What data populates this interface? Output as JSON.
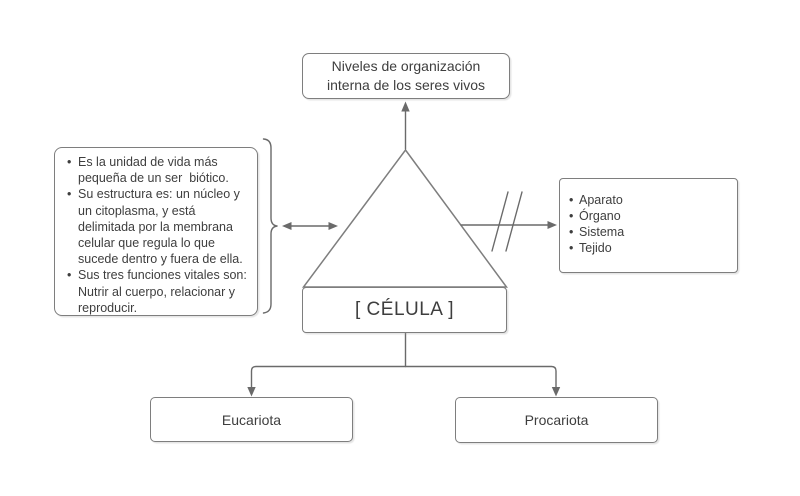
{
  "title_box": {
    "text": "Niveles de organización interna de los seres vivos"
  },
  "left_box": {
    "bullets": [
      "Es la unidad de vida más pequeña de un ser  biótico.",
      "Su estructura es: un núcleo y un citoplasma, y está delimitada por la membrana celular que regula lo que sucede dentro y fuera de ella.",
      "Sus tres funciones vitales son: Nutrir al cuerpo, relacionar y reproducir."
    ]
  },
  "center_box": {
    "text": "[ CÉLULA ]"
  },
  "right_box": {
    "bullets": [
      "Aparato",
      "Órgano",
      "Sistema",
      "Tejido"
    ]
  },
  "bottom_left_box": {
    "text": "Eucariota"
  },
  "bottom_right_box": {
    "text": "Procariota"
  },
  "colors": {
    "line": "#6a6a6a",
    "border": "#7e7e7e",
    "text": "#3e3e3e",
    "background": "#ffffff"
  }
}
